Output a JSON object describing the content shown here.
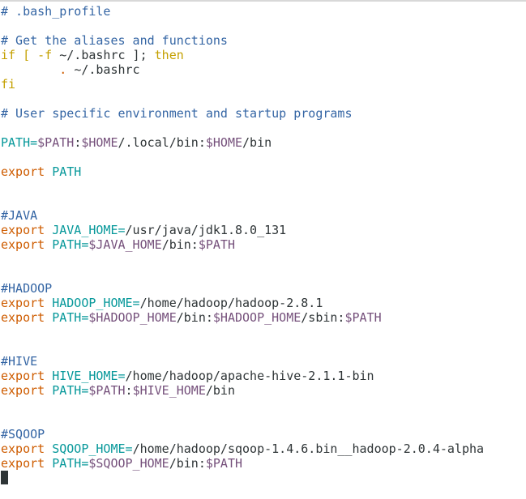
{
  "editor": {
    "l1": "# .bash_profile",
    "l3": "# Get the aliases and functions",
    "l4": {
      "if": "if",
      "test": " [ -f ",
      "path": "~/.bashrc ]; ",
      "then": "then"
    },
    "l5": {
      "dot": "        . ",
      "path": "~/.bashrc"
    },
    "l6": "fi",
    "l8": "# User specific environment and startup programs",
    "l10": {
      "name": "PATH=",
      "v1": "$PATH",
      "sep1": ":",
      "v2": "$HOME",
      "rest1": "/.local/bin:",
      "v3": "$HOME",
      "rest2": "/bin"
    },
    "l12": {
      "export": "export",
      "name": " PATH"
    },
    "l15": "#JAVA",
    "l16": {
      "export": "export",
      "name": " JAVA_HOME=",
      "value": "/usr/java/jdk1.8.0_131"
    },
    "l17": {
      "export": "export",
      "name": " PATH=",
      "v1": "$JAVA_HOME",
      "rest": "/bin:",
      "v2": "$PATH"
    },
    "l20": "#HADOOP",
    "l21": {
      "export": "export",
      "name": " HADOOP_HOME=",
      "value": "/home/hadoop/hadoop-2.8.1"
    },
    "l22": {
      "export": "export",
      "name": " PATH=",
      "v1": "$HADOOP_HOME",
      "rest1": "/bin:",
      "v2": "$HADOOP_HOME",
      "rest2": "/sbin:",
      "v3": "$PATH"
    },
    "l25": "#HIVE",
    "l26": {
      "export": "export",
      "name": " HIVE_HOME=",
      "value": "/home/hadoop/apache-hive-2.1.1-bin"
    },
    "l27": {
      "export": "export",
      "name": " PATH=",
      "v1": "$PATH",
      "sep": ":",
      "v2": "$HIVE_HOME",
      "rest": "/bin"
    },
    "l30": "#SQOOP",
    "l31": {
      "export": "export",
      "name": " SQOOP_HOME=",
      "value": "/home/hadoop/sqoop-1.4.6.bin__hadoop-2.0.4-alpha"
    },
    "l32": {
      "export": "export",
      "name": " PATH=",
      "v1": "$SQOOP_HOME",
      "rest": "/bin:",
      "v2": "$PATH"
    }
  }
}
